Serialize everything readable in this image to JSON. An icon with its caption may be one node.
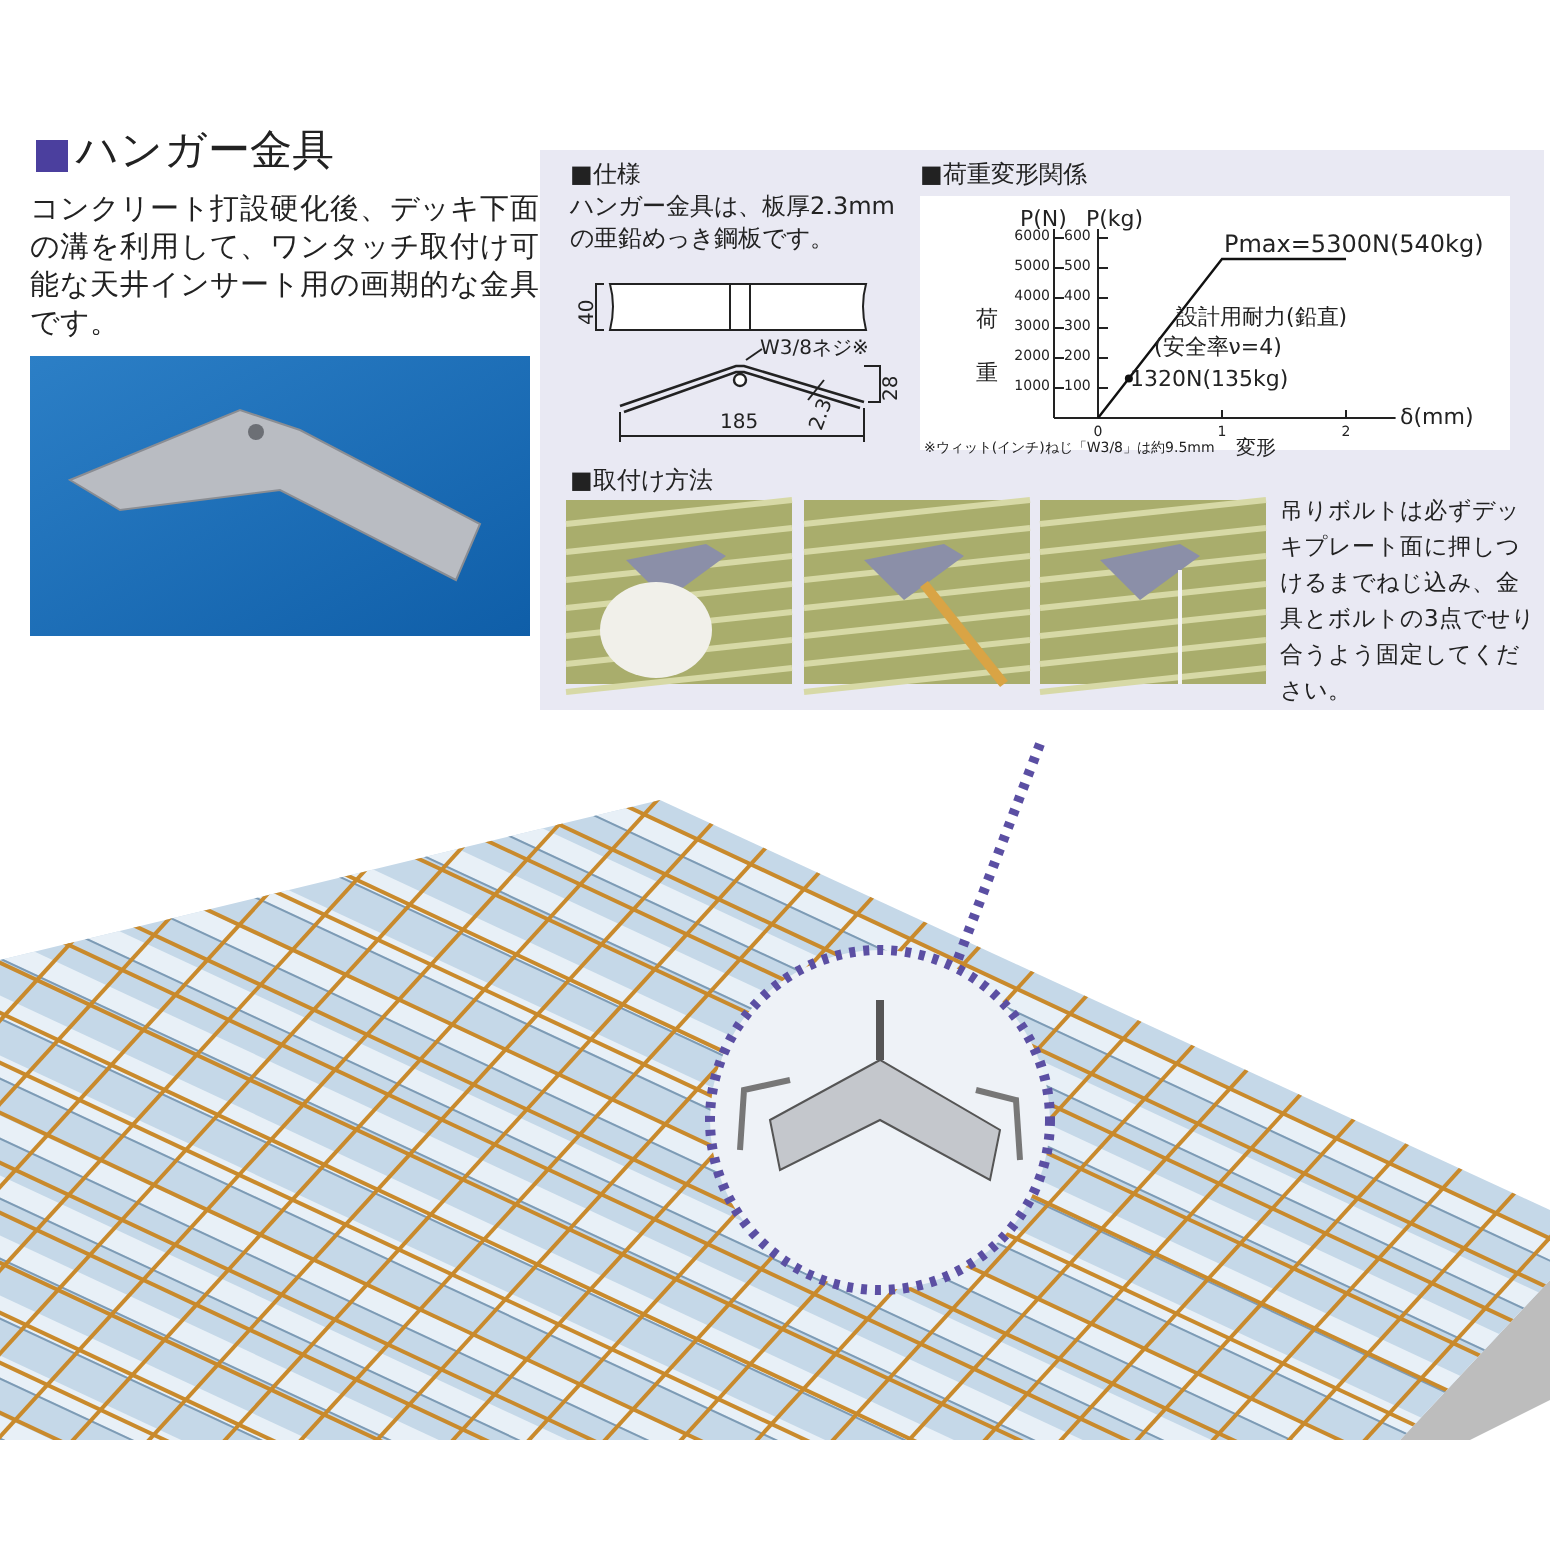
{
  "diagram": {
    "title": "ハンガー金具",
    "nodes": [
      {
        "text": [
          "W3/8ネジ※"
        ]
      },
      {
        "text": [],
        "shape": "circle"
      }
    ],
    "edges": [
      {
        "from": 0,
        "to": 1,
        "arrow": "none"
      }
    ],
    "labels": [
      "コンクリート打設硬化後、デッキ下面の溝を利用して、ワンタッチ取付け可能な天井インサート用の画期的な金具です。",
      "■仕様",
      "ハンガー金具は、板厚2.3mmの亜鉛めっき鋼板です。",
      "40",
      "2.3",
      "28",
      "185",
      "■荷重変形関係",
      "P(kg)",
      "600",
      "500",
      "400",
      "300",
      "200",
      "100",
      "荷重",
      "変形",
      "※ウィット(インチ)ねじ「W3/8」は約9.5mm",
      "■取付け方法",
      "吊りボルトは必ずデッキプレート面に押しつけるまでねじ込み、金具とボルトの3点でせり合うよう固定してください。"
    ],
    "chart_data": {
      "type": "line",
      "xlabel": "δ(mm)",
      "ylabel": "P(N)",
      "x": [
        0,
        1,
        2
      ],
      "series": [
        {
          "values": [
            0,
            5300,
            5300
          ]
        }
      ],
      "xlim": [
        0,
        2.4
      ],
      "ylim": [
        0,
        6300
      ],
      "xticks": [
        0,
        1,
        2
      ],
      "yticks": [
        1000,
        2000,
        3000,
        4000,
        5000,
        6000
      ],
      "annotations": [
        {
          "text": "Pmax=5300N(540kg)"
        },
        {
          "text": "設計用耐力(鉛直)"
        },
        {
          "text": "(安全率ν=4)"
        },
        {
          "text": "1320N(135kg)",
          "x": 0.249,
          "y": 1320
        }
      ]
    }
  }
}
